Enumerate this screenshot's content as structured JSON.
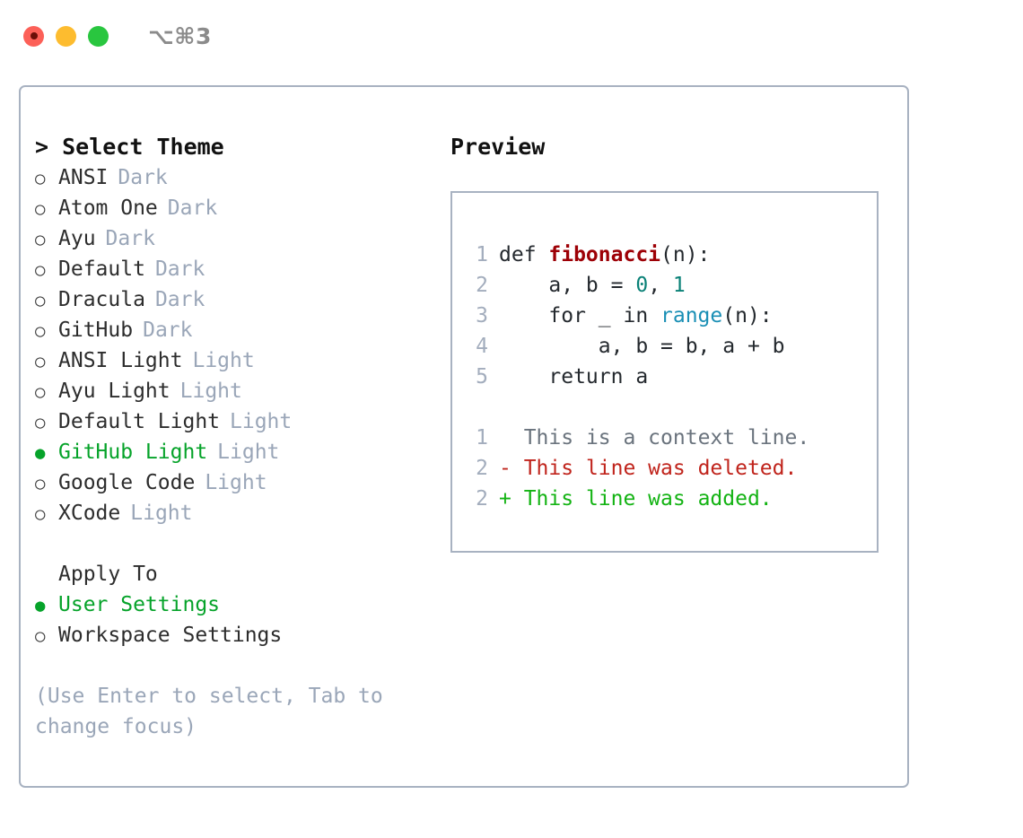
{
  "titlebar": {
    "title": "⌥⌘3",
    "buttons": [
      "close",
      "minimize",
      "maximize"
    ]
  },
  "theme_panel": {
    "header": "> Select Theme",
    "prompt_symbol": ">",
    "bullet_unselected": "○",
    "bullet_selected": "●",
    "items": [
      {
        "label": "ANSI",
        "tag": "Dark",
        "selected": false
      },
      {
        "label": "Atom One",
        "tag": "Dark",
        "selected": false
      },
      {
        "label": "Ayu",
        "tag": "Dark",
        "selected": false
      },
      {
        "label": "Default",
        "tag": "Dark",
        "selected": false
      },
      {
        "label": "Dracula",
        "tag": "Dark",
        "selected": false
      },
      {
        "label": "GitHub",
        "tag": "Dark",
        "selected": false
      },
      {
        "label": "ANSI Light",
        "tag": "Light",
        "selected": false
      },
      {
        "label": "Ayu Light",
        "tag": "Light",
        "selected": false
      },
      {
        "label": "Default Light",
        "tag": "Light",
        "selected": false
      },
      {
        "label": "GitHub Light",
        "tag": "Light",
        "selected": true
      },
      {
        "label": "Google Code",
        "tag": "Light",
        "selected": false
      },
      {
        "label": "XCode",
        "tag": "Light",
        "selected": false
      }
    ]
  },
  "apply_to": {
    "header": "Apply To",
    "items": [
      {
        "label": "User Settings",
        "selected": true
      },
      {
        "label": "Workspace Settings",
        "selected": false
      }
    ]
  },
  "hint": "(Use Enter to select, Tab to change focus)",
  "preview": {
    "title": "Preview",
    "code_lines": [
      {
        "no": "1",
        "segments": [
          {
            "text": "def ",
            "type": "plain"
          },
          {
            "text": "fibonacci",
            "type": "fn"
          },
          {
            "text": "(n):",
            "type": "plain"
          }
        ]
      },
      {
        "no": "2",
        "segments": [
          {
            "text": "    a, b = ",
            "type": "plain"
          },
          {
            "text": "0",
            "type": "num"
          },
          {
            "text": ", ",
            "type": "plain"
          },
          {
            "text": "1",
            "type": "num"
          }
        ]
      },
      {
        "no": "3",
        "segments": [
          {
            "text": "    for _ in ",
            "type": "plain"
          },
          {
            "text": "range",
            "type": "call"
          },
          {
            "text": "(n):",
            "type": "plain"
          }
        ]
      },
      {
        "no": "4",
        "segments": [
          {
            "text": "        a, b = b, a + b",
            "type": "plain"
          }
        ]
      },
      {
        "no": "5",
        "segments": [
          {
            "text": "    return a",
            "type": "plain"
          }
        ]
      }
    ],
    "diff_lines": [
      {
        "no": "1",
        "marker": " ",
        "text": " This is a context line.",
        "kind": "context"
      },
      {
        "no": "2",
        "marker": "-",
        "text": " This line was deleted.",
        "kind": "deleted"
      },
      {
        "no": "2",
        "marker": "+",
        "text": " This line was added.",
        "kind": "added"
      }
    ]
  },
  "colors": {
    "accent_green": "#06a32a",
    "muted": "#9aa6b8",
    "border": "#a8b2c1",
    "diff_add": "#13b313",
    "diff_del": "#c0241c",
    "syntax_function": "#9d0006",
    "syntax_number": "#0a8177",
    "syntax_call": "#1a8fb5"
  }
}
